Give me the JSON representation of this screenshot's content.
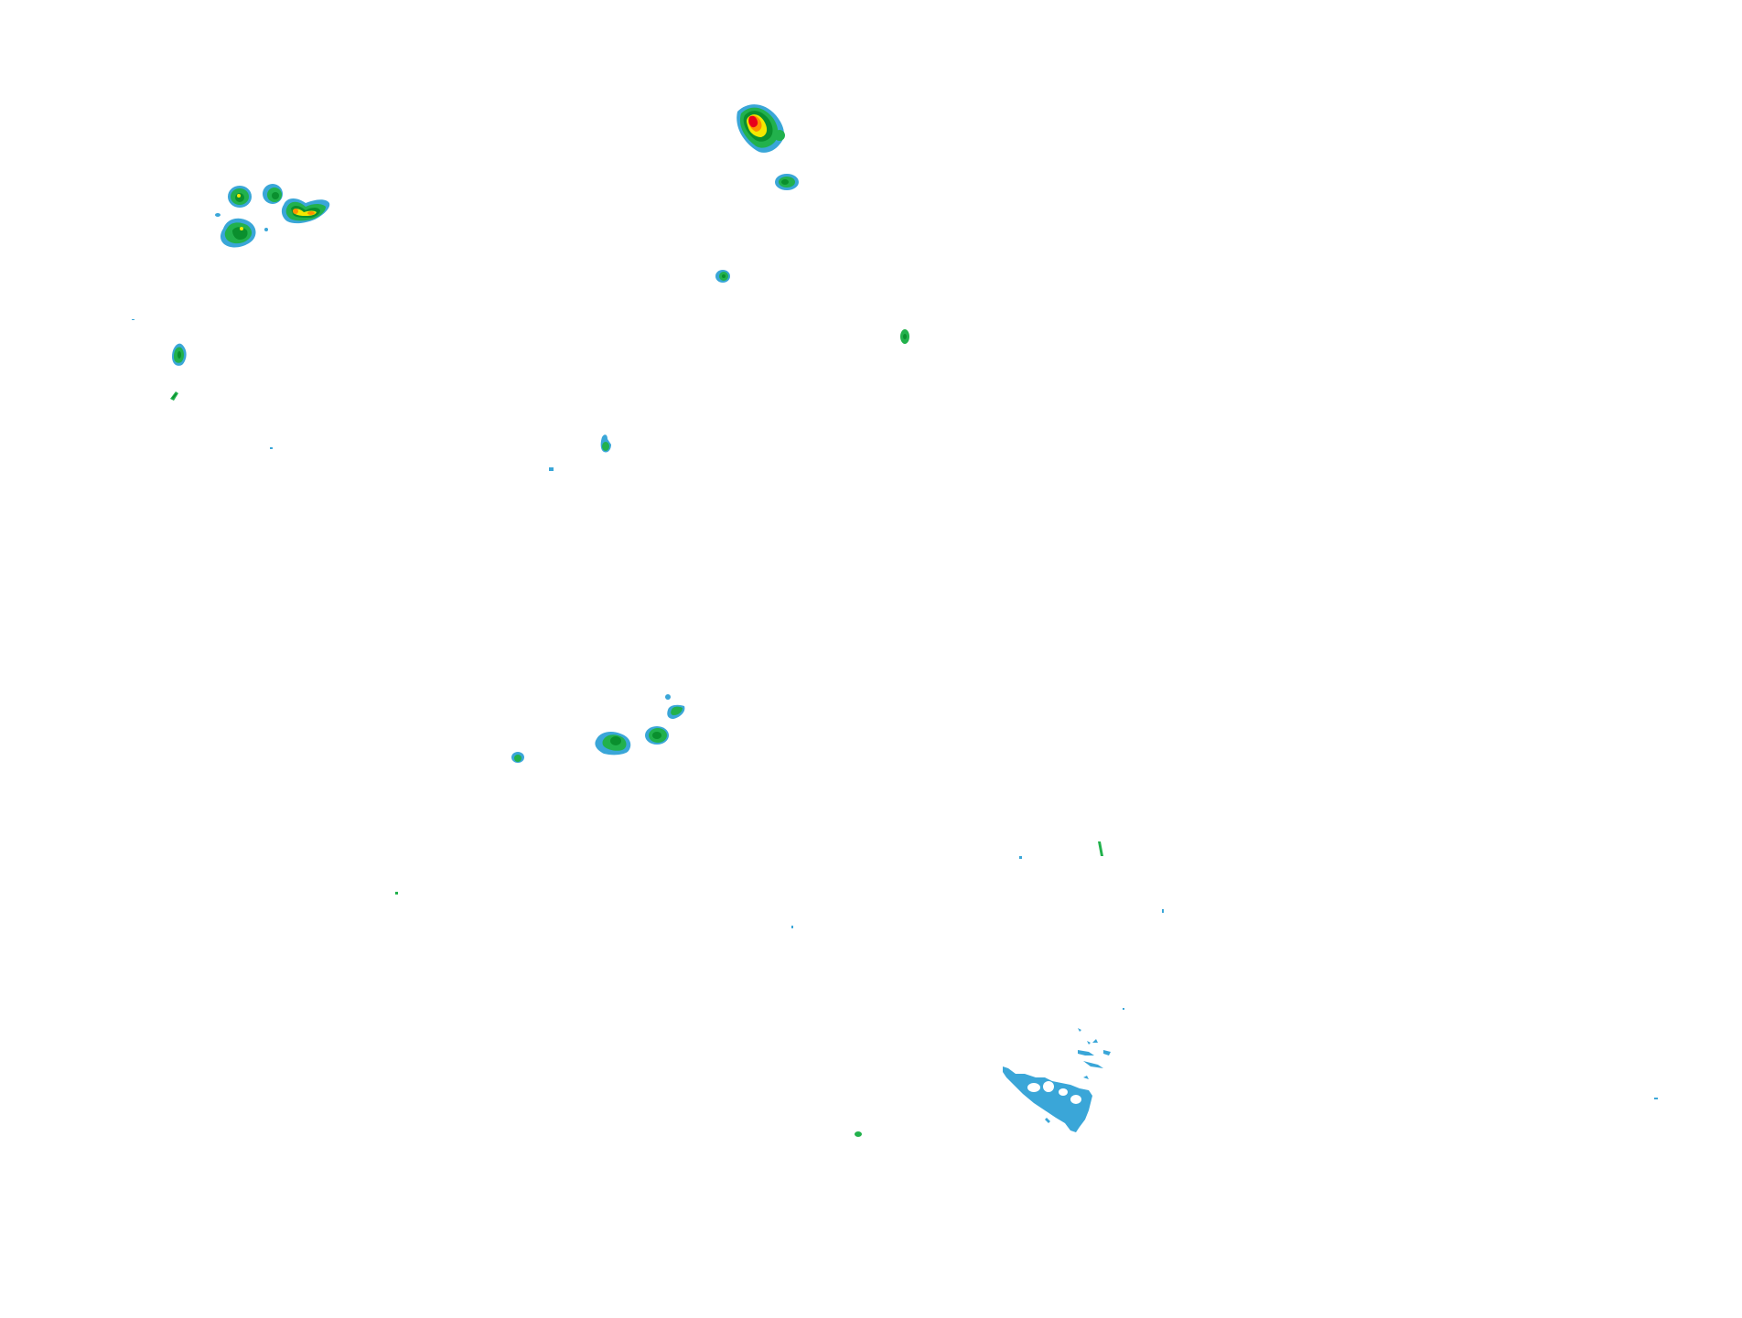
{
  "map": {
    "kind": "weather-radar-reflectivity-overlay",
    "background_color": "#ffffff",
    "legend_visible": false,
    "text_visible": false
  },
  "reflectivity_colors": {
    "light": "#3aa6d8",
    "weak": "#22b14c",
    "moderate": "#0a8f2e",
    "strong": "#f5e800",
    "heavy": "#ff9000",
    "intense": "#e8001c"
  },
  "echo_features": [
    {
      "id": "north-center-cell",
      "max_level": "intense"
    },
    {
      "id": "north-center-satellite",
      "max_level": "moderate"
    },
    {
      "id": "northwest-cell-cluster-east",
      "max_level": "heavy"
    },
    {
      "id": "northwest-cell-cluster-north",
      "max_level": "moderate"
    },
    {
      "id": "northwest-cell-cluster-south",
      "max_level": "moderate"
    },
    {
      "id": "west-small-cell",
      "max_level": "moderate"
    },
    {
      "id": "central-cell-group",
      "max_level": "moderate"
    },
    {
      "id": "southeast-light-band",
      "max_level": "light"
    }
  ]
}
